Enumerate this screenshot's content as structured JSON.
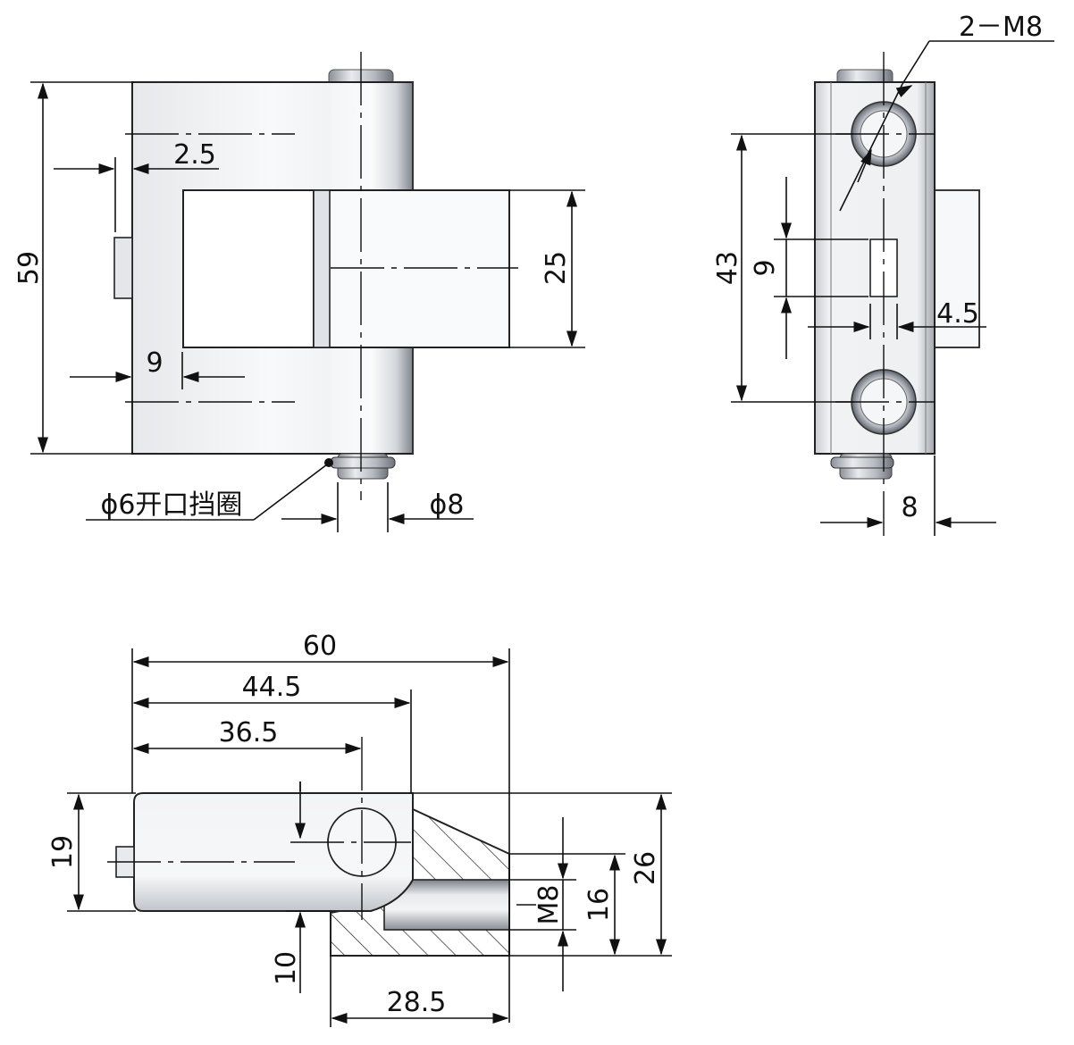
{
  "front_view": {
    "height_dim": "59",
    "slot_height_dim": "25",
    "offset_dim": "2.5",
    "pin_offset_dim": "9",
    "pin_dia_dim": "ϕ8",
    "retaining_ring_label": "ϕ6开口挡圈"
  },
  "side_view": {
    "screw_label": "2－M8",
    "hole_spacing_dim": "43",
    "slot_dim": "9",
    "slot_width_dim": "4.5",
    "thickness_dim": "8"
  },
  "top_view": {
    "total_length_dim": "60",
    "length_2_dim": "44.5",
    "pivot_dim": "36.5",
    "left_height_dim": "19",
    "thread_dim": "M8",
    "bore_dim": "16",
    "right_height_dim": "26",
    "step_dim": "10",
    "base_length_dim": "28.5"
  },
  "colors": {
    "metal_light": "#f2f3f5",
    "metal_mid": "#c9ccd1",
    "metal_dark": "#8d9199",
    "line": "#111111"
  }
}
